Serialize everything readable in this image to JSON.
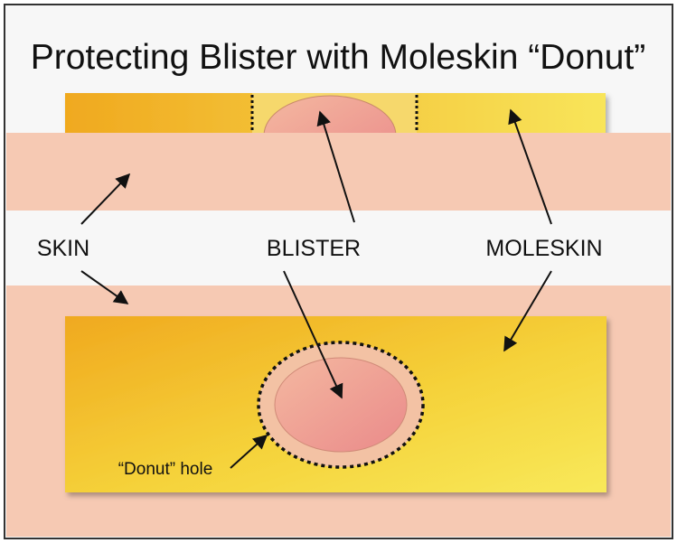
{
  "title": "Protecting Blister with Moleskin “Donut”",
  "labels": {
    "skin": "SKIN",
    "blister": "BLISTER",
    "moleskin": "MOLESKIN",
    "donut_hole": "“Donut” hole"
  },
  "colors": {
    "skin": "#f6c9b3",
    "moleskin_light": "#f7e450",
    "moleskin_dark": "#f0a91f",
    "blister": "#ec9a8c",
    "background": "#f7f7f7",
    "border": "#333333"
  }
}
